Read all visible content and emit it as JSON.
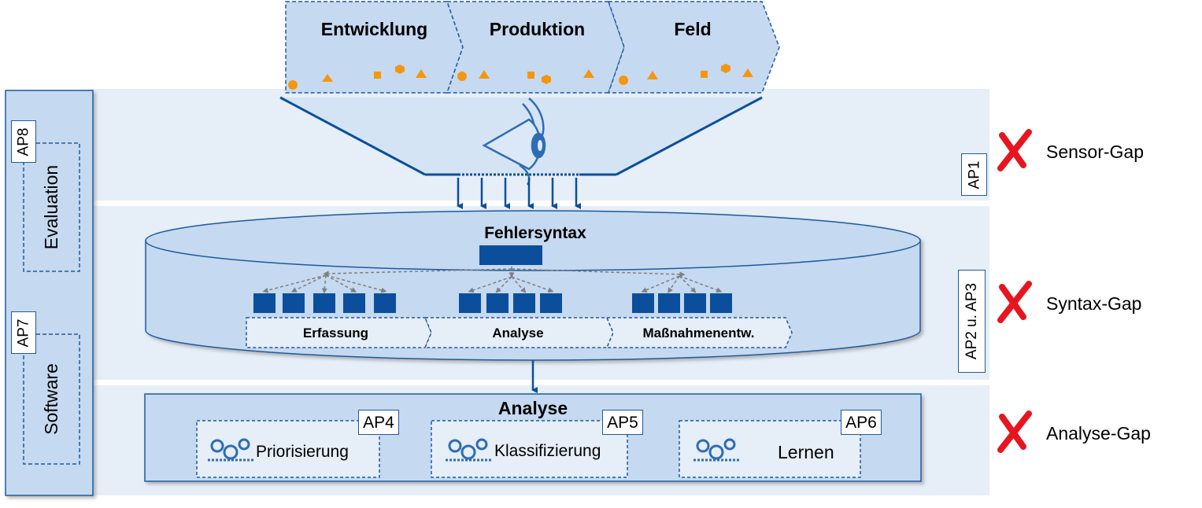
{
  "top_stages": [
    "Entwicklung",
    "Produktion",
    "Feld"
  ],
  "layer_labels": {
    "syntax_title": "Fehlersyntax",
    "analysis_title": "Analyse"
  },
  "phases": [
    "Erfassung",
    "Analyse",
    "Maßnahmenentw."
  ],
  "analysis_modules": [
    {
      "ap": "AP4",
      "label": "Priorisierung"
    },
    {
      "ap": "AP5",
      "label": "Klassifizierung"
    },
    {
      "ap": "AP6",
      "label": "Lernen"
    }
  ],
  "side_panels": [
    {
      "ap": "AP8",
      "label": "Evaluation"
    },
    {
      "ap": "AP7",
      "label": "Software"
    }
  ],
  "band_tags": [
    "AP1",
    "AP2 u. AP3"
  ],
  "gaps": [
    "Sensor-Gap",
    "Syntax-Gap",
    "Analyse-Gap"
  ],
  "colors": {
    "band": "#e6eef8",
    "panel": "#c5d9f0",
    "dark_blue": "#0b4f9c",
    "accent_orange": "#f5960f",
    "cross_red": "#e8141e"
  }
}
